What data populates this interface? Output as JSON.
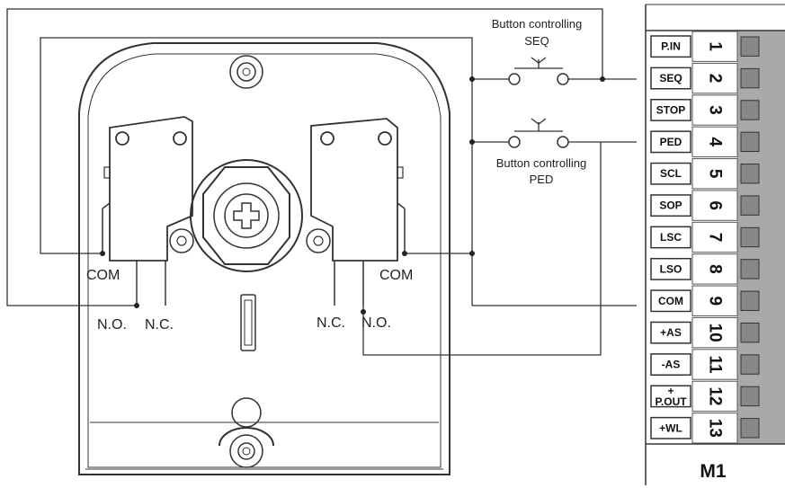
{
  "diagram": {
    "buttons": {
      "seq_caption_1": "Button controlling",
      "seq_caption_2": "SEQ",
      "ped_caption_1": "Button controlling",
      "ped_caption_2": "PED"
    },
    "switches": {
      "left_com": "COM",
      "left_no": "N.O.",
      "left_nc": "N.C.",
      "right_com": "COM",
      "right_nc": "N.C.",
      "right_no": "N.O."
    },
    "terminal_block": {
      "title": "M1",
      "terminals": [
        {
          "label": "P.IN",
          "number": "1"
        },
        {
          "label": "SEQ",
          "number": "2"
        },
        {
          "label": "STOP",
          "number": "3"
        },
        {
          "label": "PED",
          "number": "4"
        },
        {
          "label": "SCL",
          "number": "5"
        },
        {
          "label": "SOP",
          "number": "6"
        },
        {
          "label": "LSC",
          "number": "7"
        },
        {
          "label": "LSO",
          "number": "8"
        },
        {
          "label": "COM",
          "number": "9"
        },
        {
          "label": "+AS",
          "number": "10"
        },
        {
          "label": "-AS",
          "number": "11"
        },
        {
          "label": "P.OUT",
          "label_prefix": "+",
          "number": "12"
        },
        {
          "label": "+WL",
          "number": "13"
        }
      ]
    }
  }
}
